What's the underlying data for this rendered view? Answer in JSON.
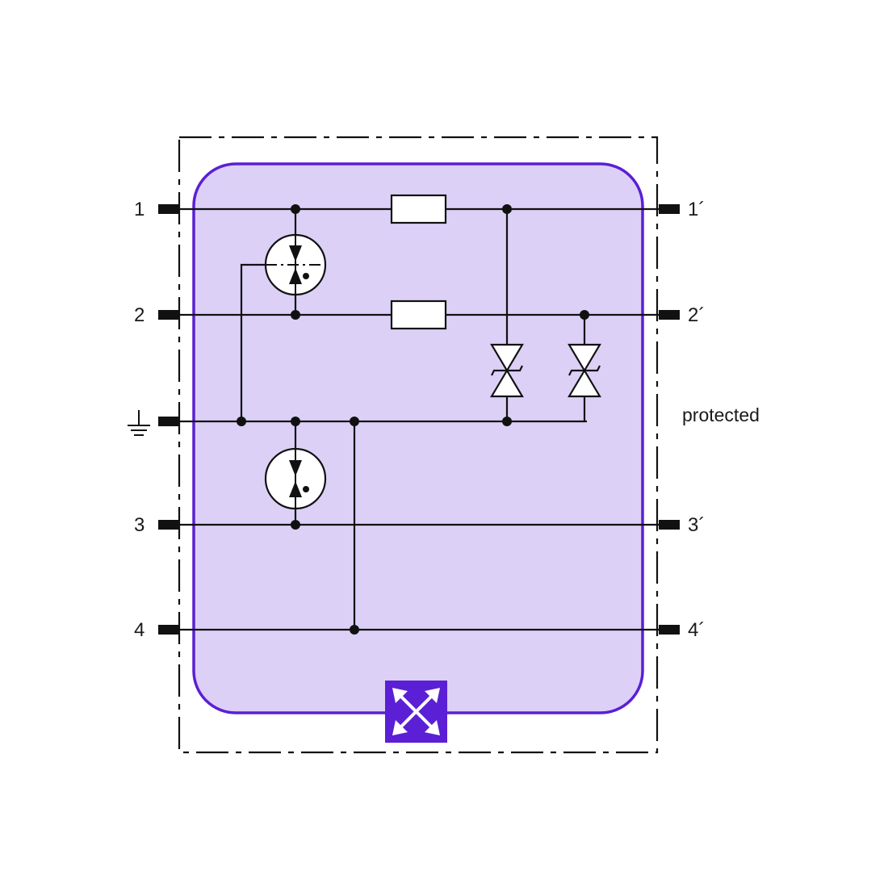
{
  "terminals_left": [
    {
      "id": "1",
      "label": "1"
    },
    {
      "id": "2",
      "label": "2"
    },
    {
      "id": "ground",
      "label": ""
    },
    {
      "id": "3",
      "label": "3"
    },
    {
      "id": "4",
      "label": "4"
    }
  ],
  "terminals_right": [
    {
      "id": "1p",
      "label": "1´"
    },
    {
      "id": "2p",
      "label": "2´"
    },
    {
      "id": "3p",
      "label": "3´"
    },
    {
      "id": "4p",
      "label": "4´"
    }
  ],
  "side_label": "protected",
  "colors": {
    "module_fill": "#dcd0f7",
    "module_border": "#5b1fd6",
    "badge_fill": "#5b1fd6",
    "line": "#111111",
    "component_fill": "#ffffff"
  },
  "icons": {
    "badge": "four-way-arrows-icon",
    "ground": "ground-icon",
    "gas_discharge_tube": "gas-discharge-tube-icon",
    "resistor": "resistor-icon",
    "suppressor_diode": "bidirectional-suppressor-diode-icon"
  }
}
